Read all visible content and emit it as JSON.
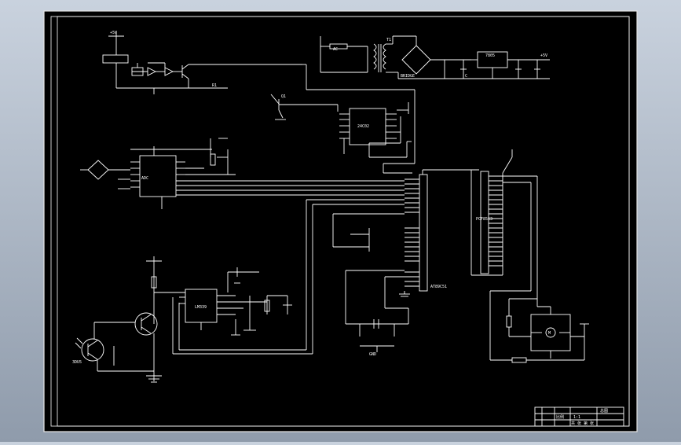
{
  "viewer": {
    "background": "#9aa6b6",
    "sheet_color": "#000000",
    "line_color": "#ffffff"
  },
  "labels": {
    "relay_rail": "+5V",
    "relay_out": "R1",
    "ac_input": "AC",
    "transformer": "T1",
    "bridge": "BRIDGE",
    "regulator": "7805",
    "vcc_out": "+5V",
    "cap_label": "C",
    "photo_sensor": "Q1",
    "eeprom": "24C02",
    "crystal_chip": "PCF8563",
    "mcu": "AT89C51",
    "rs_chip": "ADC",
    "comparator": "LM339",
    "phototransistor": "3DU5",
    "ground_label": "GND",
    "motor": "M",
    "title_block_name": "总图",
    "title_block_scale": "1:1",
    "title_block_sheet": "比例",
    "title_block_material": "共 张 第 张"
  }
}
